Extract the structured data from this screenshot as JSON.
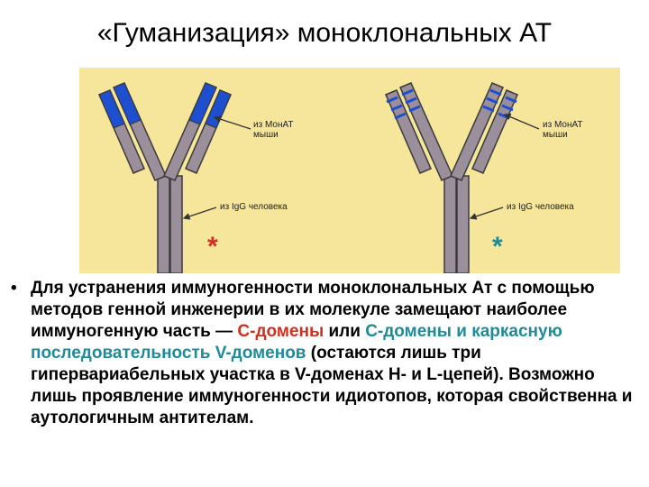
{
  "title": "«Гуманизация» моноклональных АТ",
  "diagram": {
    "left_label": [
      "из МонАТ",
      "мыши"
    ],
    "left_human_label": "из IgG человека",
    "right_label": [
      "из МонАТ",
      "мыши"
    ],
    "right_human_label": "из IgG человека",
    "star": "*",
    "colors": {
      "background": "#f6e69c",
      "chain": "#9a8f9a",
      "chain_outline": "#3a3a3a",
      "mouse_domain": "#1e4fd0",
      "star_left": "#d32f1e",
      "star_right": "#1c8c98"
    }
  },
  "bullet": {
    "marker": "•",
    "text_1": "Для устранения иммуногенности моноклональных Ат с помощью методов генной инженерии в их молекуле замещают наиболее иммуногенную часть — ",
    "c_domains_1": "С-домены",
    "text_2": " или ",
    "c_domains_2": "С-домены и каркасную последовательность V-доменов",
    "text_3": " (остаются лишь три гипервариабельных участка в V-доменах Н- и L-цепей). Возможно лишь проявление иммуногенности идиотопов, которая свойственна и аутологичным антителам."
  }
}
